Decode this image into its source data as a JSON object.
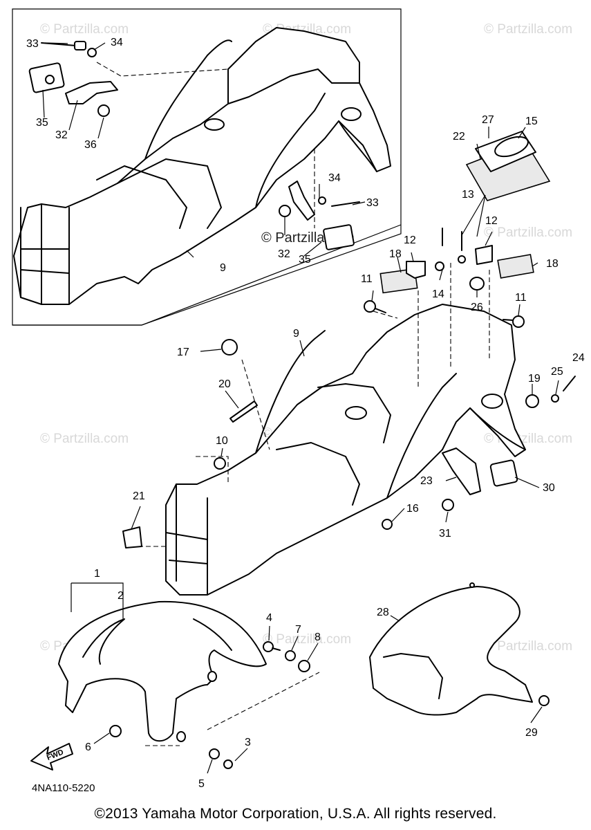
{
  "diagram": {
    "code": "4NA110-5220",
    "copyright": "©2013 Yamaha Motor Corporation, U.S.A. All rights reserved.",
    "watermark": "© Partzilla.com",
    "fwd_label": "FWD",
    "callouts": {
      "c1": "1",
      "c2": "2",
      "c3": "3",
      "c4": "4",
      "c5": "5",
      "c6": "6",
      "c7": "7",
      "c8": "8",
      "c9_inset": "9",
      "c9_main": "9",
      "c10": "10",
      "c11_left": "11",
      "c11_right": "11",
      "c12_left": "12",
      "c12_right": "12",
      "c13": "13",
      "c14": "14",
      "c15": "15",
      "c16": "16",
      "c17": "17",
      "c18_left": "18",
      "c18_right": "18",
      "c19": "19",
      "c20": "20",
      "c21": "21",
      "c22": "22",
      "c23": "23",
      "c24": "24",
      "c25": "25",
      "c26": "26",
      "c27": "27",
      "c28": "28",
      "c29": "29",
      "c30": "30",
      "c31": "31",
      "c32_top": "32",
      "c32_bottom": "32",
      "c33_top": "33",
      "c33_bottom": "33",
      "c34_top": "34",
      "c34_bottom": "34",
      "c35_top": "35",
      "c35_bottom": "35",
      "c36": "36"
    }
  }
}
